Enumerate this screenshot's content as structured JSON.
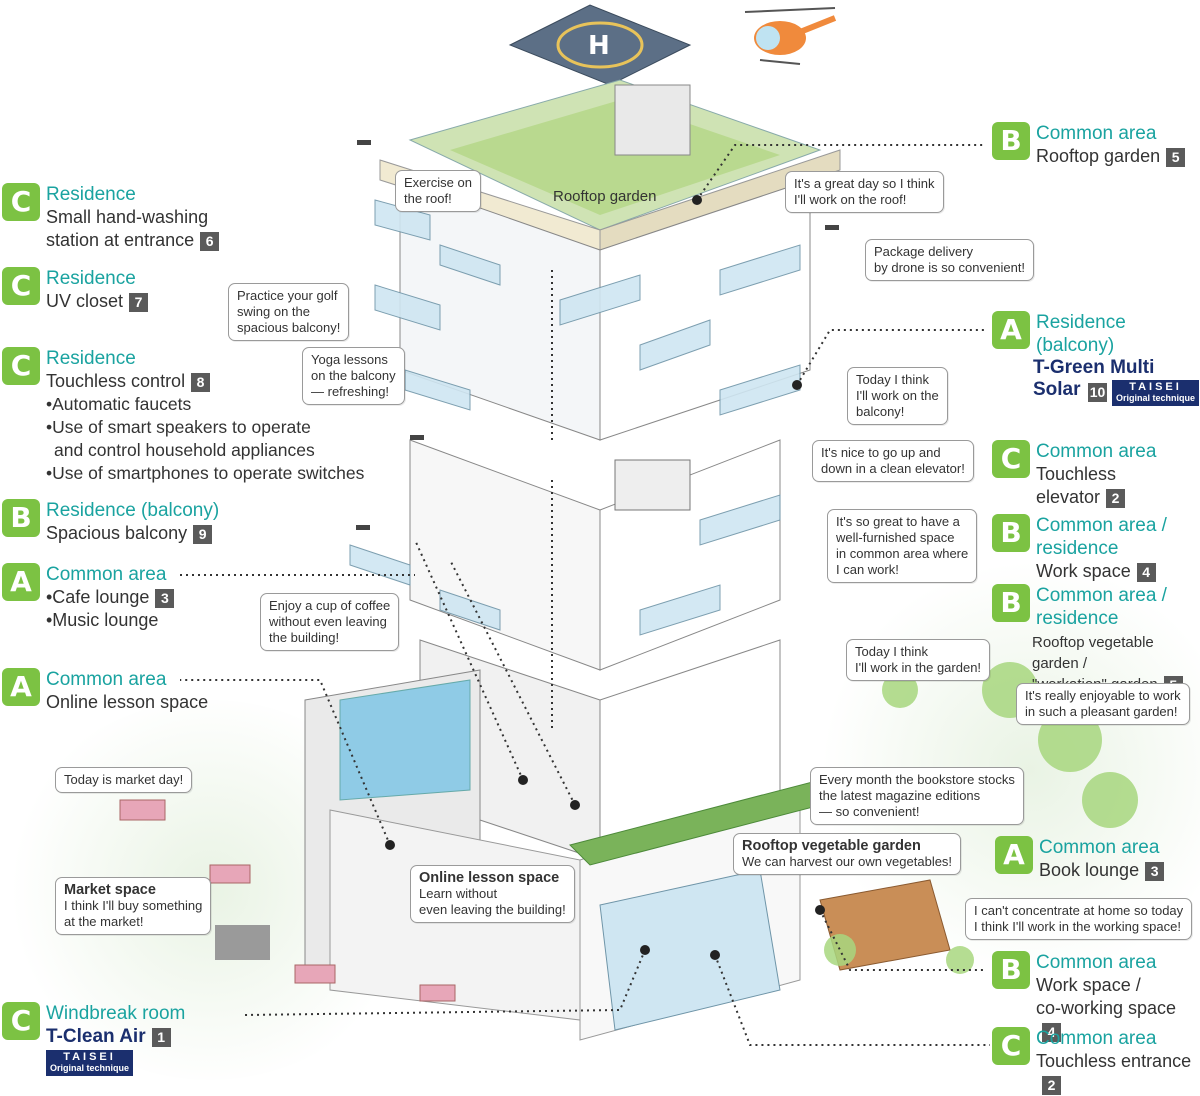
{
  "labels": {
    "rooftop_garden": {
      "category": "Common area",
      "item": "Rooftop garden",
      "num": "5"
    },
    "hand_washing": {
      "category": "Residence",
      "item": "Small hand-washing\nstation at entrance",
      "num": "6"
    },
    "uv_closet": {
      "category": "Residence",
      "item": "UV closet",
      "num": "7"
    },
    "touchless_control": {
      "category": "Residence",
      "item": "Touchless control",
      "num": "8",
      "bullets": [
        "•Automatic faucets",
        "•Use of smart speakers to operate",
        "and control household appliances",
        "•Use of smartphones to operate switches"
      ]
    },
    "spacious_balcony": {
      "category": "Residence (balcony)",
      "item": "Spacious balcony",
      "num": "9"
    },
    "cafe_lounge": {
      "category": "Common area",
      "bullets": [
        "•Cafe lounge",
        "•Music lounge"
      ],
      "num": "3"
    },
    "online_lesson": {
      "category": "Common area",
      "item": "Online lesson space"
    },
    "windbreak": {
      "category": "Windbreak room",
      "brand": "T-Clean Air",
      "num": "1",
      "taisei_top": "TAISEI",
      "taisei_bottom": "Original technique"
    },
    "solar": {
      "category": "Residence\n(balcony)",
      "brand": "T-Green Multi\nSolar",
      "num": "10",
      "taisei_top": "TAISEI",
      "taisei_bottom": "Original technique"
    },
    "touchless_elevator": {
      "category": "Common area",
      "item": "Touchless\nelevator",
      "num": "2"
    },
    "work_space": {
      "category": "Common area /\n residence",
      "item": "Work space",
      "num": "4"
    },
    "veg_garden": {
      "category": "Common area /\n residence",
      "item": "Rooftop vegetable garden /\n\"workation\" garden",
      "num": "5"
    },
    "book_lounge": {
      "category": "Common area",
      "item": "Book lounge",
      "num": "3"
    },
    "coworking": {
      "category": "Common area",
      "item": "Work space /\nco-working space",
      "num": "4"
    },
    "touchless_entrance": {
      "category": "Common area",
      "item": "Touchless entrance",
      "num": "2"
    }
  },
  "bubbles": {
    "exercise": "Exercise on\nthe roof!",
    "rooftop_center": "Rooftop garden",
    "great_day": "It's a great day so I think\nI'll work on the roof!",
    "drone": "Package delivery\nby drone is so convenient!",
    "golf": "Practice your golf\nswing on the\nspacious balcony!",
    "yoga": "Yoga lessons\non the balcony\n— refreshing!",
    "balcony_work": "Today I think\nI'll work on the\nbalcony!",
    "elevator": "It's nice to go up and\ndown in a clean elevator!",
    "furnished": "It's so great to have a\nwell-furnished space\nin common area where\nI can work!",
    "coffee": "Enjoy a cup of coffee\nwithout even leaving\nthe building!",
    "garden_work": "Today I think\nI'll work in the garden!",
    "enjoyable": "It's really enjoyable to work\nin such a pleasant garden!",
    "market_day": "Today is market day!",
    "bookstore": "Every month the bookstore stocks\nthe latest magazine editions\n— so convenient!",
    "veg_head": "Rooftop vegetable garden",
    "veg_sub": "We can harvest our own vegetables!",
    "market_head": "Market space",
    "market_sub": "I think I'll buy something\nat the market!",
    "lesson_head": "Online lesson space",
    "lesson_sub": "Learn without\neven leaving the building!",
    "concentrate": "I can't concentrate at home so today\nI think I'll work in the working space!"
  },
  "colors": {
    "teal": "#1aa3a0",
    "badge_green": "#7cc243",
    "navy": "#1b2f6e",
    "glass": "#cfe6f2",
    "grass": "#b9d98f"
  },
  "badges": {
    "c_icon": "C",
    "b_icon": "B",
    "a_icon": "A"
  }
}
